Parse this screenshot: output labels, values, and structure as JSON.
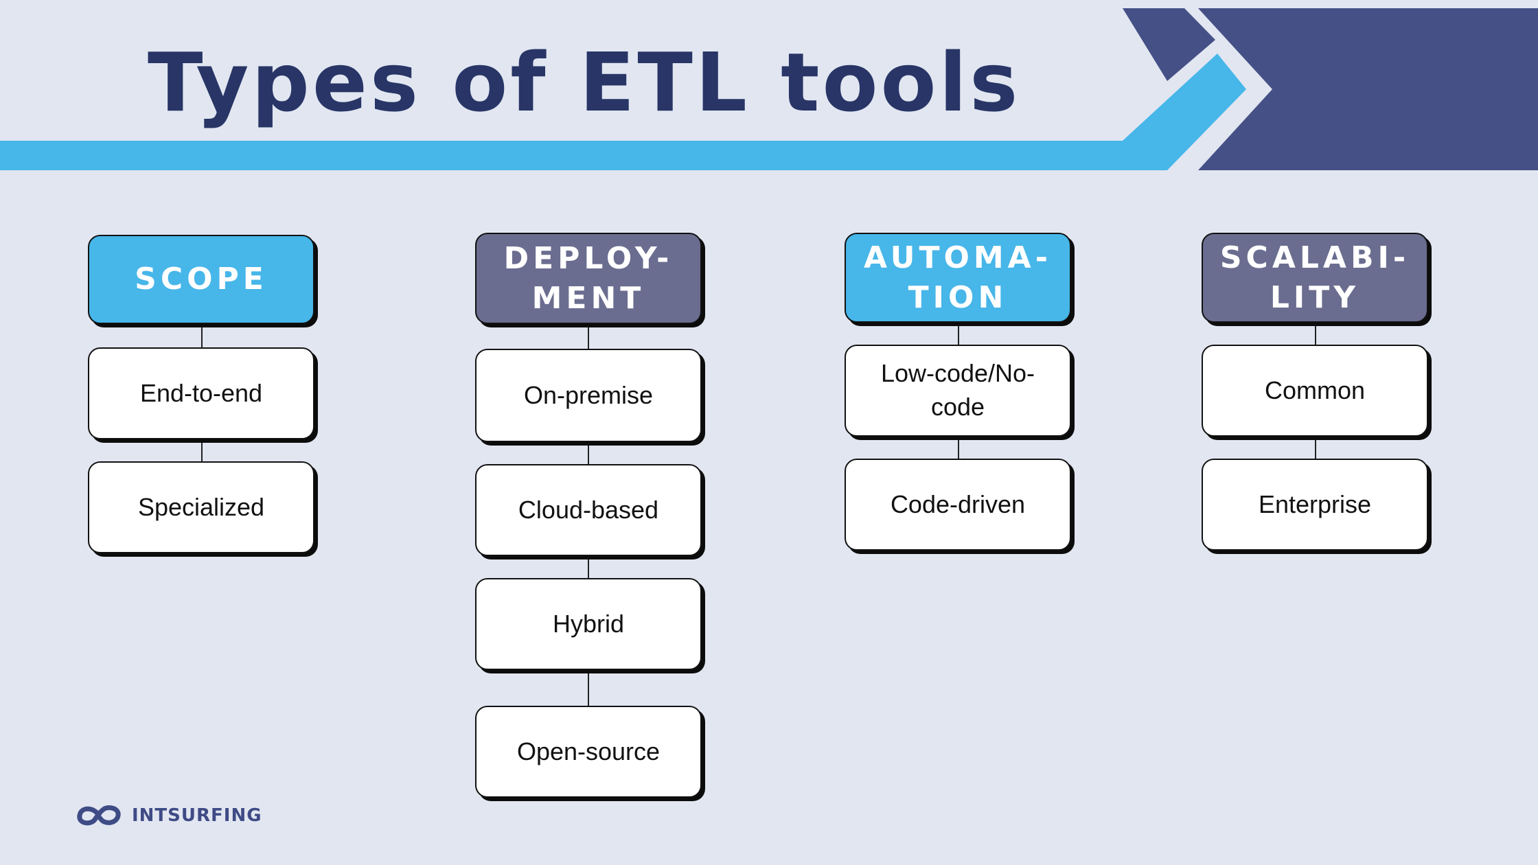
{
  "title": "Types of ETL tools",
  "colors": {
    "background": "#e1e6f1",
    "title": "#283566",
    "accent_light_blue": "#47b6e9",
    "accent_navy": "#455086",
    "header_slate": "#6a6d8f"
  },
  "columns": [
    {
      "header": "SCOPE",
      "header_color": "light-blue",
      "items": [
        "End-to-end",
        "Specialized"
      ]
    },
    {
      "header": "DEPLOY-\nMENT",
      "header_color": "slate",
      "items": [
        "On-premise",
        "Cloud-based",
        "Hybrid",
        "Open-source"
      ]
    },
    {
      "header": "AUTOMA-\nTION",
      "header_color": "light-blue",
      "items": [
        "Low-code/No-\ncode",
        "Code-driven"
      ]
    },
    {
      "header": "SCALABI-\nLITY",
      "header_color": "slate",
      "items": [
        "Common",
        "Enterprise"
      ]
    }
  ],
  "logo": {
    "text": "INTSURFING",
    "icon": "infinity-loop-icon"
  }
}
